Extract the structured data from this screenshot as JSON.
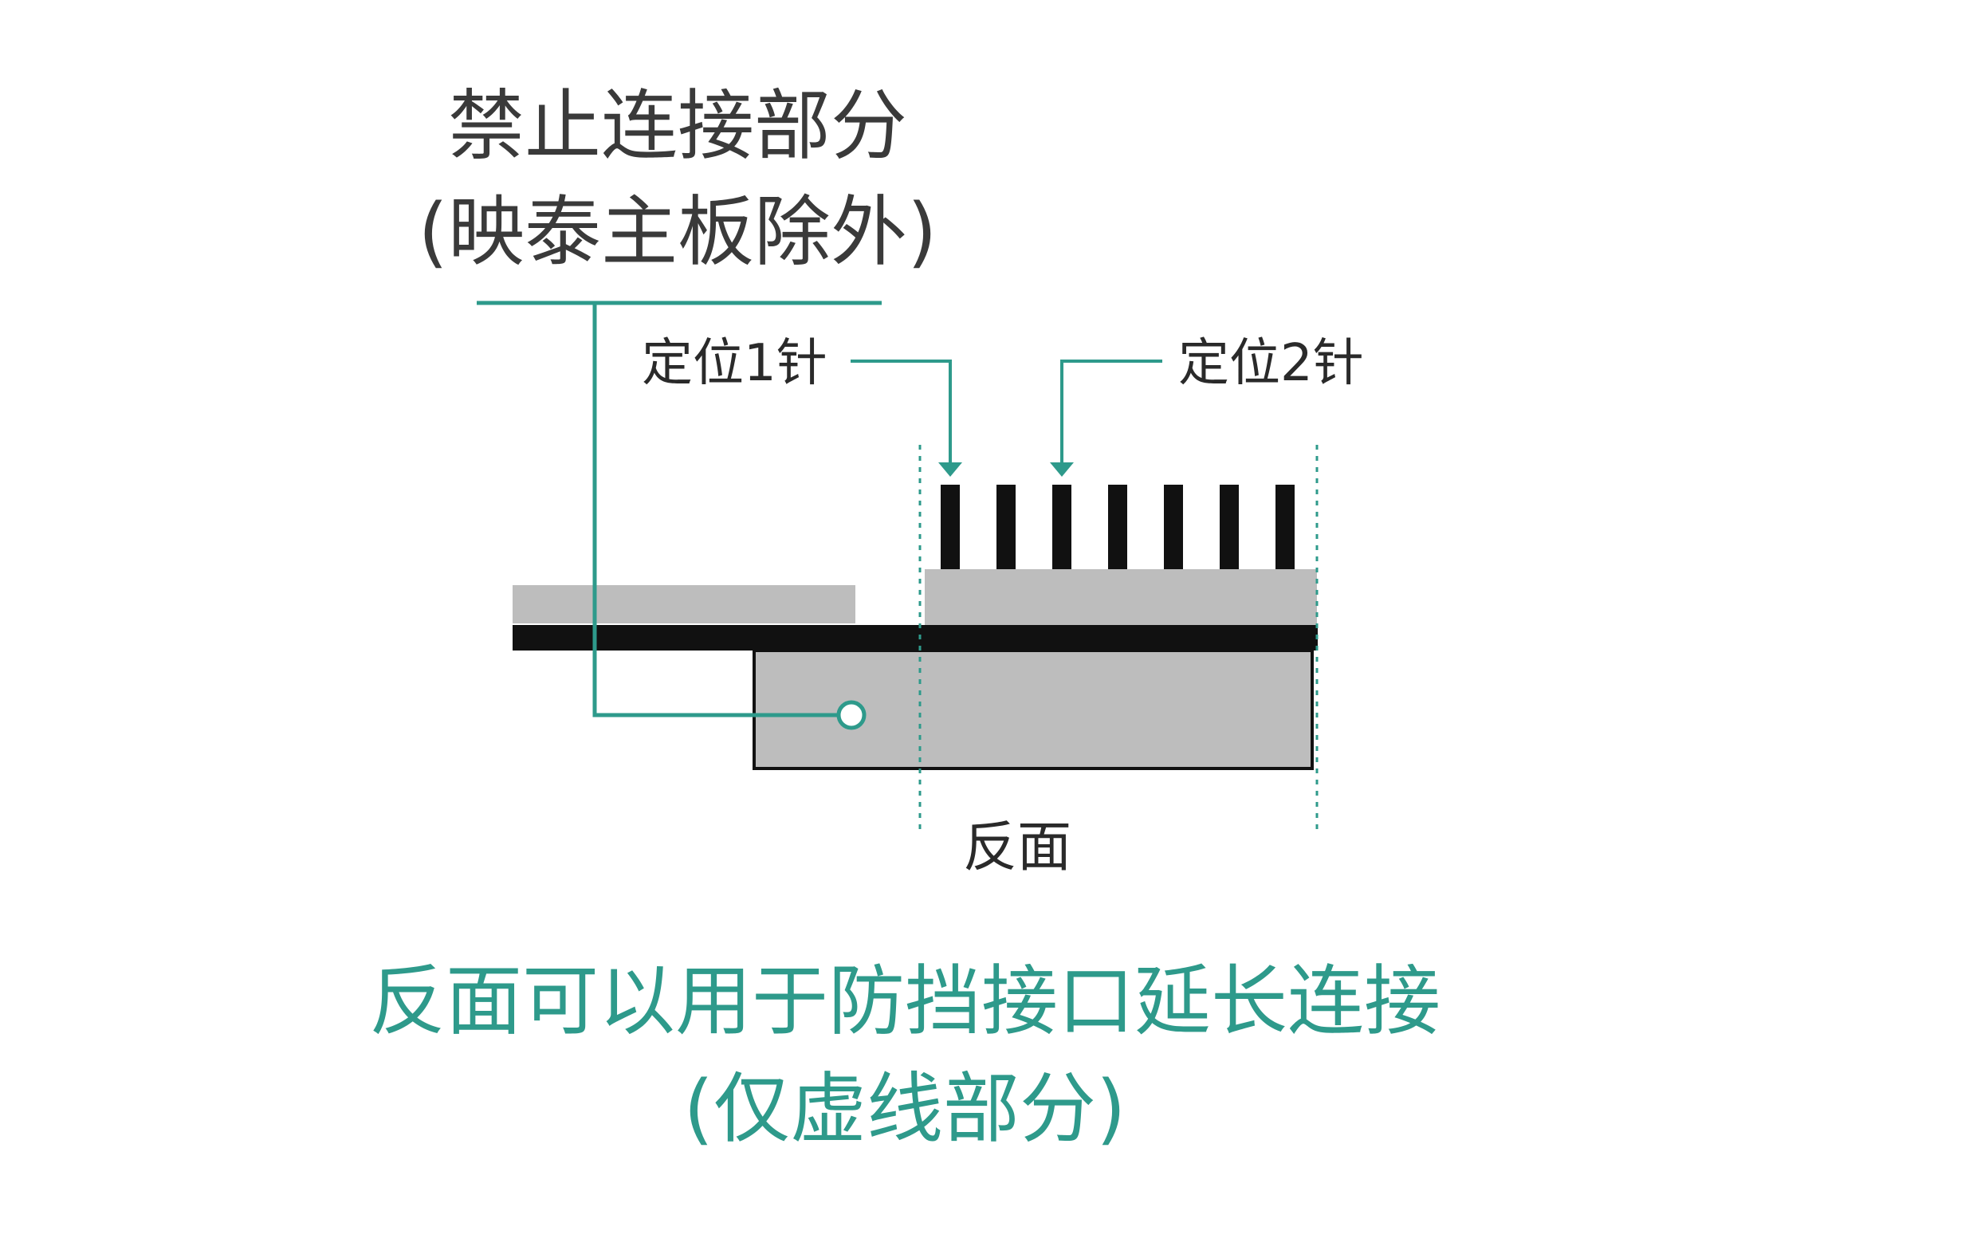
{
  "colors": {
    "accent": "#2e9a8b",
    "board": "#bdbdbd",
    "pcb_layer": "#111111",
    "pins": "#111111",
    "text_dark": "#2a2a2a"
  },
  "prohibited_label": {
    "line1": "禁止连接部分",
    "line2": "(映泰主板除外)"
  },
  "pin_labels": {
    "pin1": "定位1针",
    "pin2": "定位2针"
  },
  "back_label": "反面",
  "caption": {
    "line1": "反面可以用于防挡接口延长连接",
    "line2": "(仅虚线部分)"
  },
  "pin_count": 7
}
